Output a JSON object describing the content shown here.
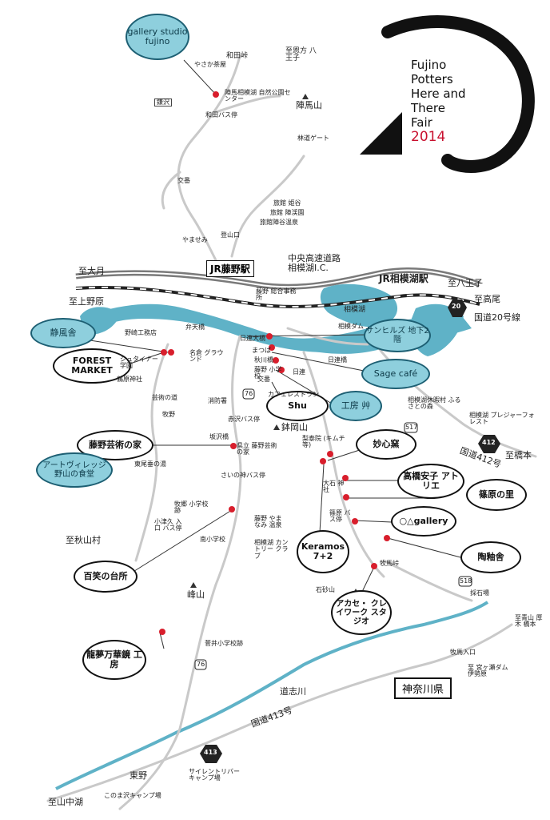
{
  "title": {
    "line1": "Fujino",
    "line2": "Potters",
    "line3": "Here and",
    "line4": "There",
    "line5": "Fair",
    "year": "2014"
  },
  "colors": {
    "water": "#5fb2c7",
    "venue_blue": "#8ecfdd",
    "dot_red": "#d81e2c",
    "road": "#c9c9c9",
    "railway": "#222222"
  },
  "venues": {
    "gallery_studio_fujino": "gallery studio fujino",
    "seifuusha": "静風舎",
    "forest_market": "FOREST MARKET",
    "sunhills": "サンヒルズ 地下2階",
    "sage_cafe": "Sage café",
    "shu": "Shu",
    "koubou_kan": "工房 艸",
    "fujino_art_house": "藤野芸術の家",
    "art_village": "アートヴィレッジ 野山の食堂",
    "myoshingama": "妙心窯",
    "takahashi": "高橋安子 アトリエ",
    "shinohara": "篠原の里",
    "ogallery": "○△gallery",
    "keramos": "Keramos 7+2",
    "tougyokusha": "陶釉舎",
    "hyakuwarai": "百笑の台所",
    "ryumu": "龍夢万華鏡 工房",
    "akase": "アカセ・ クレイワーク スタジオ"
  },
  "stations": {
    "jr_fujino": "JR藤野駅",
    "jr_sagamiko": "JR相模湖駅"
  },
  "prefecture": "神奈川県",
  "routes": {
    "r20": "20",
    "r412": "412",
    "r413": "413",
    "r76a": "76",
    "r76b": "76",
    "r517": "517",
    "r518": "518"
  },
  "labels": {
    "wada_pass": "和田峠",
    "to_onkata": "至恩方 八王子",
    "yasaka": "やさか茶屋",
    "jinba_park": "陣馬相模湖 自然公園センター",
    "wada_bus": "和田バス停",
    "jinbasan": "陣馬山",
    "hamazawa": "鎌沢",
    "rindo_gate": "林道ゲート",
    "ryokan1": "旅館 姫谷",
    "ryokan2": "旅館 陣渓園",
    "ryokan3": "旅館陣谷温泉",
    "koban": "交番",
    "yamasemi": "やませみ",
    "tozanguchi": "登山口",
    "chuo_expressway": "中央高速道路 相模湖I.C.",
    "to_otsuki": "至大月",
    "to_kaminohara": "至上野原",
    "to_hachioji": "至八王子",
    "to_takao": "至高尾",
    "route20": "国道20号線",
    "fujino_office": "藤野 総合事務所",
    "sagamiko": "相模湖",
    "benten": "弁天橋",
    "nikkatsu_bridge": "日連大橋",
    "sagami_dam": "相模ダム",
    "nosawa": "野崎工務店",
    "steiner": "シュタイナー 学園",
    "meikura": "名倉 グラウンド",
    "matsuba": "まつば",
    "akigawa": "秋川橋",
    "koban2": "交番",
    "fujino_school": "藤野 小学校",
    "hinata": "日連橋",
    "hiyoshi": "日連",
    "shrine": "鶉原神社",
    "geijutsu_road": "芸術の道",
    "shoubou": "消防署",
    "cafe_restaurant": "カフェレストラン",
    "rest_forest": "相模湖休暇村 ふるさとの森",
    "hachioji_mura": "鉢岡山",
    "akazawa": "赤沢バス停",
    "kenritsu": "県立 藤野芸術の家",
    "sakazawa": "坂沢橋",
    "tenninnoyu": "東尾垂の湯",
    "sainokami": "さいの神バス停",
    "makigo": "牧郷 小学校跡",
    "kotsukubo": "小津久 入口 バス停",
    "minami_school": "南小学校",
    "yamanami": "藤野 やまなみ 温泉",
    "country_club": "相模湖 カントリー クラブ",
    "kurabashi": "梨泰院 (キムチ等)",
    "oishi": "大石 神社",
    "shinohara_bus": "篠原 バス停",
    "makuma_pass": "牧馬峠",
    "saisekiba": "採石場",
    "ishizunayama": "石砂山",
    "hoyama": "峰山",
    "sugaido": "菅井小学校跡",
    "to_akiyama": "至秋山村",
    "pleasure_forest": "相模湖 プレジャーフォレスト",
    "to_hashimoto": "至橋本",
    "route412": "国道412号",
    "to_aoyama": "至青山 厚木 橋本",
    "makuma_entrance": "牧馬入口",
    "to_miyagase": "至 宮ヶ瀬ダム 伊勢原",
    "doshigawa": "道志川",
    "route413": "国道413号",
    "silent_river": "サイレントリバー キャンプ場",
    "higashino": "東野",
    "konomazawa": "このま沢キャンプ場",
    "to_yamanakako": "至山中湖",
    "small_school": "牧野"
  }
}
